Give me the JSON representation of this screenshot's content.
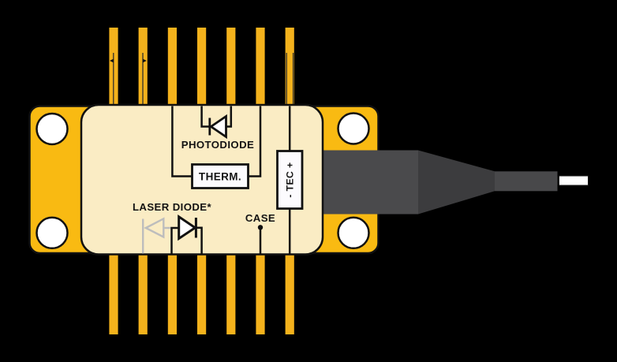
{
  "diagram": {
    "type": "butterfly-laser-package-pinout",
    "labels": {
      "photodiode": "PHOTODIODE",
      "thermistor": "THERM.",
      "tec": "- TEC +",
      "laser_diode": "LASER DIODE*",
      "case": "CASE"
    },
    "pins": {
      "top_count": "7",
      "bottom_count": "7"
    },
    "colors": {
      "background": "#000000",
      "pin": "#F4B21C",
      "flange": "#F9BA12",
      "inner_cavity": "#FAECC4",
      "outline": "#111111",
      "hole_white": "#FFFFFF",
      "gray_diode": "#BDBDBD",
      "boot_body": "#4A4A4C",
      "boot_taper": "#3C3C3E",
      "boot_tip": "#48484A",
      "ferrule": "#FFFFFF"
    }
  }
}
